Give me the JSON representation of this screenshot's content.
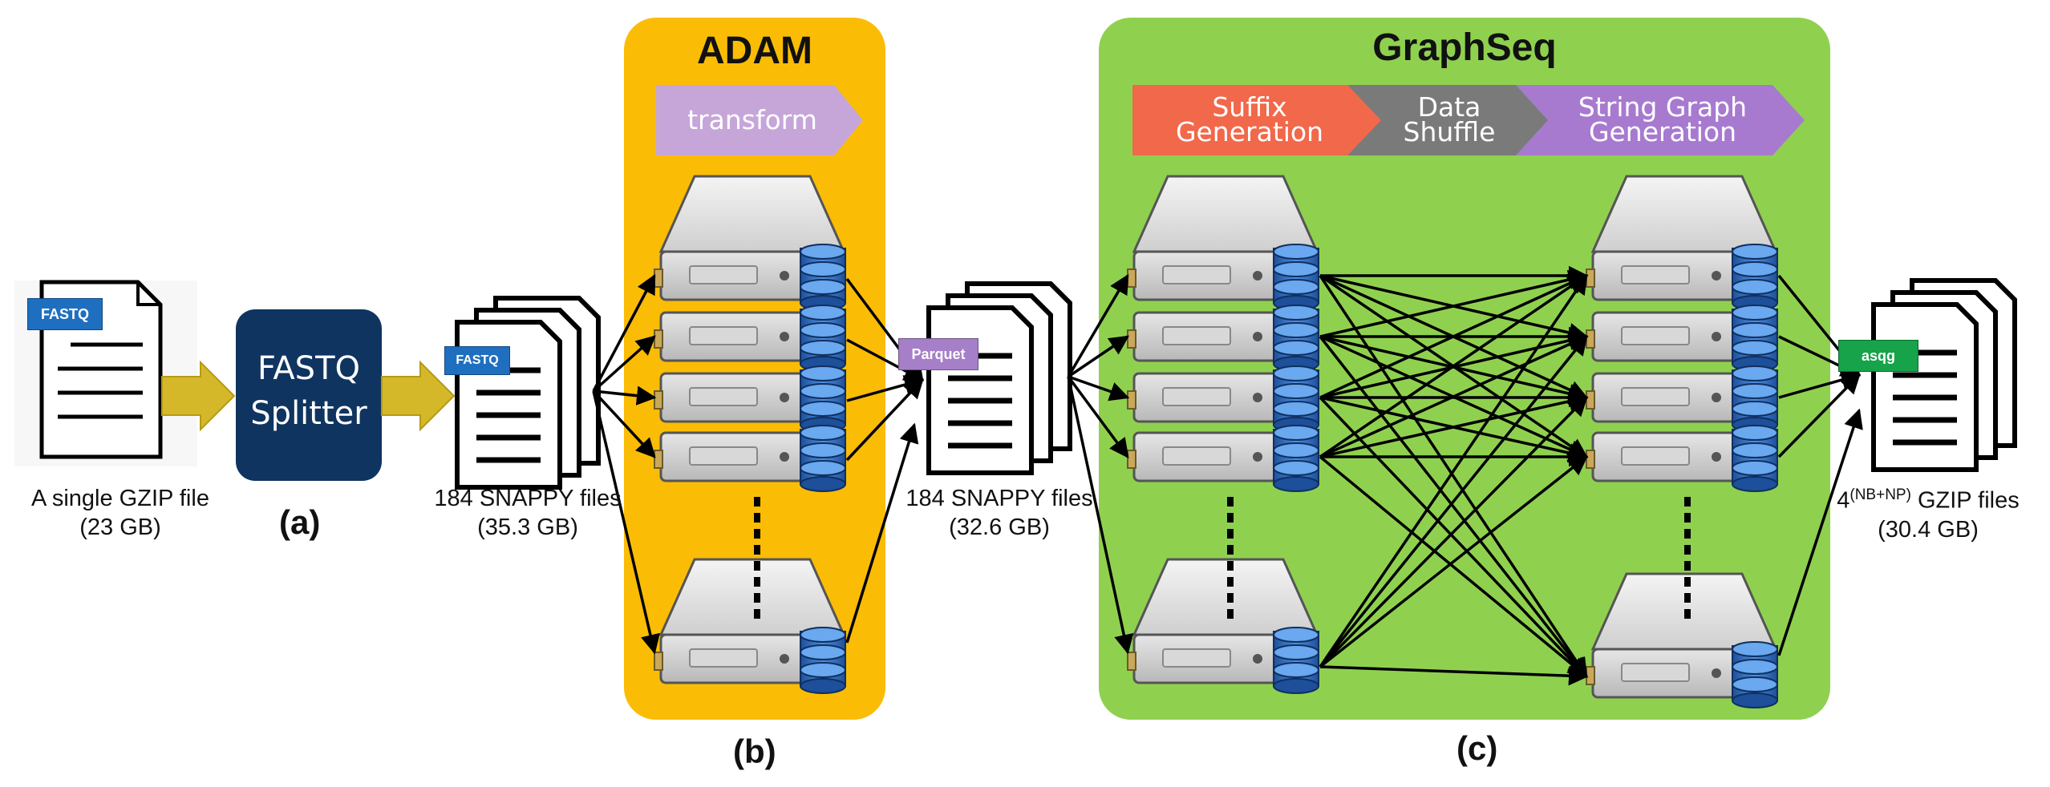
{
  "input_file": {
    "tag": "FASTQ",
    "caption_line1": "A single GZIP file",
    "caption_line2": "(23 GB)"
  },
  "splitter": {
    "line1": "FASTQ",
    "line2": "Splitter",
    "panel_letter": "(a)"
  },
  "snappy_input": {
    "tag": "FASTQ",
    "caption_line1": "184 SNAPPY files",
    "caption_line2": "(35.3 GB)"
  },
  "adam": {
    "title": "ADAM",
    "stage": "transform",
    "panel_letter": "(b)"
  },
  "parquet_files": {
    "tag": "Parquet",
    "caption_line1": "184 SNAPPY files",
    "caption_line2": "(32.6 GB)"
  },
  "graphseq": {
    "title": "GraphSeq",
    "panel_letter": "(c)",
    "stages": [
      {
        "line1": "Suffix",
        "line2": "Generation"
      },
      {
        "line1": "Data",
        "line2": "Shuffle"
      },
      {
        "line1": "String Graph",
        "line2": "Generation"
      }
    ]
  },
  "output_files": {
    "tag": "asqg",
    "caption_base": "4",
    "caption_sup": "(NB+NP)",
    "caption_rest": " GZIP files",
    "caption_line2": "(30.4 GB)"
  },
  "colors": {
    "adam_bg": "#fbbc05",
    "graphseq_bg": "#8fd14f",
    "splitter_bg": "#0f3460",
    "fastq_tag": "#1f6fc0",
    "parquet_tag": "#a57fc8",
    "asqg_tag": "#16a34a",
    "transform_stage": "#c6a6d9",
    "suffix_stage": "#f2684a",
    "shuffle_stage": "#7a7a7a",
    "string_graph_stage": "#a77ad0",
    "flow_arrow": "#d4b82a"
  }
}
